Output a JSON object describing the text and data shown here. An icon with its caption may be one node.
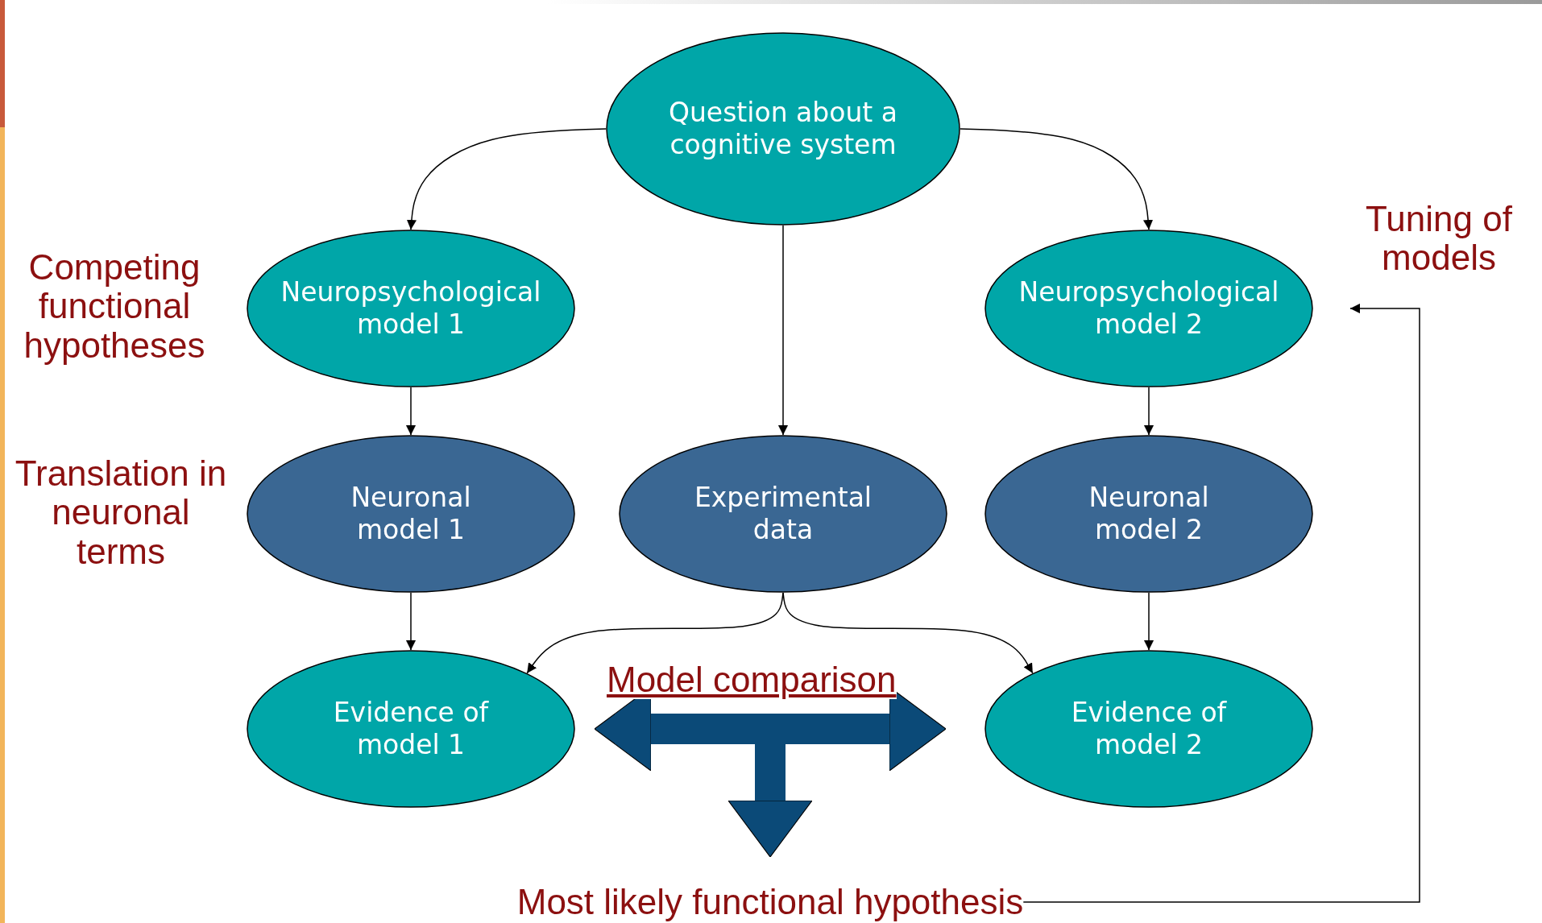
{
  "diagram": {
    "nodes": [
      {
        "text": [
          "Question about a cognitive system"
        ]
      },
      {
        "text": [
          "Neuropsychological model 1"
        ]
      },
      {
        "text": [
          "Neuropsychological model 2"
        ]
      },
      {
        "text": [
          "Neuronal model 1"
        ]
      },
      {
        "text": [
          "Experimental data"
        ]
      },
      {
        "text": [
          "Neuronal model 2"
        ]
      },
      {
        "text": [
          "Evidence of model 1"
        ]
      },
      {
        "text": [
          "Evidence of model 2"
        ]
      },
      {
        "text": [
          "Most likely functional hypothesis"
        ]
      }
    ],
    "edges": [
      {
        "from": 0,
        "to": 1,
        "arrow": "to"
      },
      {
        "from": 0,
        "to": 2,
        "arrow": "to"
      },
      {
        "from": 0,
        "to": 4,
        "arrow": "to"
      },
      {
        "from": 1,
        "to": 3,
        "arrow": "to"
      },
      {
        "from": 2,
        "to": 5,
        "arrow": "to"
      },
      {
        "from": 3,
        "to": 6,
        "arrow": "to"
      },
      {
        "from": 4,
        "to": 6,
        "arrow": "to"
      },
      {
        "from": 4,
        "to": 7,
        "arrow": "to"
      },
      {
        "from": 5,
        "to": 7,
        "arrow": "to"
      },
      {
        "from": 6,
        "to": 7,
        "arrow": "both",
        "label": "Model comparison",
        "style": "thick",
        "color": "#0b4a78"
      },
      {
        "from": null,
        "to": 8,
        "arrow": "to",
        "style": "thick",
        "color": "#0b4a78"
      },
      {
        "from": 8,
        "to": 2,
        "arrow": "to"
      }
    ],
    "labels": [
      "Tuning of models",
      "Competing functional hypotheses",
      "Translation in neuronal terms"
    ]
  }
}
